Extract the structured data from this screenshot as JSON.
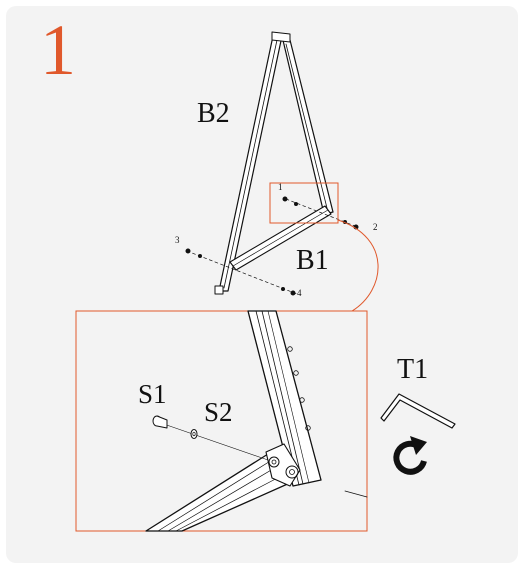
{
  "step": {
    "number": "1"
  },
  "labels": {
    "b2": "B2",
    "b1": "B1",
    "s1": "S1",
    "s2": "S2",
    "t1": "T1"
  },
  "hole_numbers": [
    "1",
    "2",
    "3",
    "4"
  ],
  "colors": {
    "accent": "#e0582b",
    "card": "#f3f3f3",
    "line": "#111111"
  },
  "icons": {
    "rotate": "clockwise-rotate-icon",
    "tool": "hex-key-icon"
  }
}
